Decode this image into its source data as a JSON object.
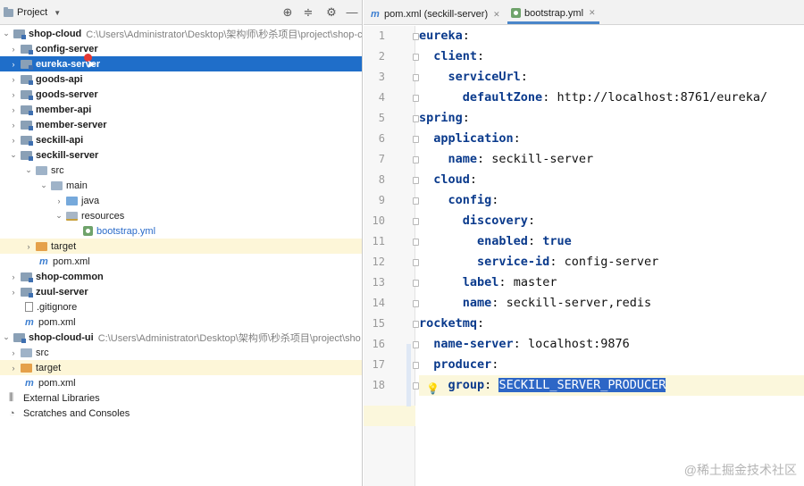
{
  "project_panel": {
    "title": "Project",
    "tree": [
      {
        "label": "shop-cloud",
        "path": "C:\\Users\\Administrator\\Desktop\\架构师\\秒杀项目\\project\\shop-c"
      },
      {
        "label": "config-server"
      },
      {
        "label": "eureka-server"
      },
      {
        "label": "goods-api"
      },
      {
        "label": "goods-server"
      },
      {
        "label": "member-api"
      },
      {
        "label": "member-server"
      },
      {
        "label": "seckill-api"
      },
      {
        "label": "seckill-server"
      },
      {
        "label": "src"
      },
      {
        "label": "main"
      },
      {
        "label": "java"
      },
      {
        "label": "resources"
      },
      {
        "label": "bootstrap.yml"
      },
      {
        "label": "target"
      },
      {
        "label": "pom.xml"
      },
      {
        "label": "shop-common"
      },
      {
        "label": "zuul-server"
      },
      {
        "label": ".gitignore"
      },
      {
        "label": "pom.xml"
      },
      {
        "label": "shop-cloud-ui",
        "path": "C:\\Users\\Administrator\\Desktop\\架构师\\秒杀项目\\project\\sho"
      },
      {
        "label": "src"
      },
      {
        "label": "target"
      },
      {
        "label": "pom.xml"
      },
      {
        "label": "External Libraries"
      },
      {
        "label": "Scratches and Consoles"
      }
    ]
  },
  "editor": {
    "tabs": [
      {
        "label": "pom.xml (seckill-server)"
      },
      {
        "label": "bootstrap.yml"
      }
    ],
    "line_numbers": [
      "1",
      "2",
      "3",
      "4",
      "5",
      "6",
      "7",
      "8",
      "9",
      "10",
      "11",
      "12",
      "13",
      "14",
      "15",
      "16",
      "17",
      "18"
    ],
    "lines": [
      {
        "key": "eureka",
        "sep": ":",
        "value": ""
      },
      {
        "key": "client",
        "sep": ":",
        "value": ""
      },
      {
        "key": "serviceUrl",
        "sep": ":",
        "value": ""
      },
      {
        "key": "defaultZone",
        "sep": ":",
        "value": " http://localhost:8761/eureka/"
      },
      {
        "key": "spring",
        "sep": ":",
        "value": ""
      },
      {
        "key": "application",
        "sep": ":",
        "value": ""
      },
      {
        "key": "name",
        "sep": ":",
        "value": " seckill-server"
      },
      {
        "key": "cloud",
        "sep": ":",
        "value": ""
      },
      {
        "key": "config",
        "sep": ":",
        "value": ""
      },
      {
        "key": "discovery",
        "sep": ":",
        "value": ""
      },
      {
        "key": "enabled",
        "sep": ":",
        "value": " true"
      },
      {
        "key": "service-id",
        "sep": ":",
        "value": " config-server"
      },
      {
        "key": "label",
        "sep": ":",
        "value": " master"
      },
      {
        "key": "name",
        "sep": ":",
        "value": " seckill-server,redis"
      },
      {
        "key": "rocketmq",
        "sep": ":",
        "value": ""
      },
      {
        "key": "name-server",
        "sep": ":",
        "value": " localhost:9876"
      },
      {
        "key": "producer",
        "sep": ":",
        "value": ""
      },
      {
        "key": "group",
        "sep": ":",
        "value": "SECKILL_SERVER_PRODUCER"
      }
    ]
  },
  "watermark": "@稀土掘金技术社区",
  "colors": {
    "selection": "#1f6ec9",
    "keyword": "#0a3a8c",
    "caret_line": "#fbf7dc",
    "text_selection": "#2d66c6"
  }
}
